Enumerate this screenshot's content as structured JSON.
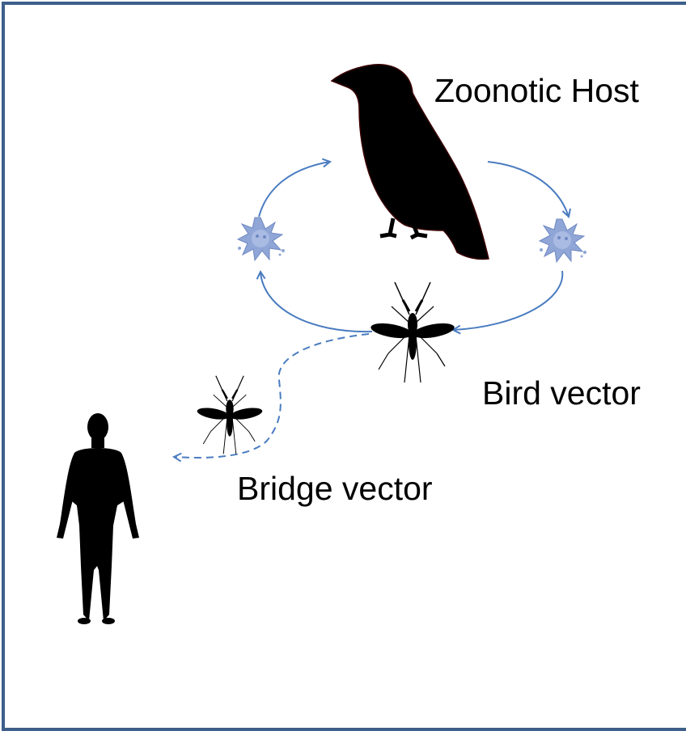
{
  "labels": {
    "zoonotic_host": "Zoonotic Host",
    "bird_vector": "Bird vector",
    "bridge_vector": "Bridge vector"
  },
  "colors": {
    "border": "#3d5f8a",
    "arrow": "#4a7cc0",
    "virus": "#8fa6d6",
    "silhouette": "#000000"
  },
  "icons": [
    "crow-icon",
    "virus-icon",
    "mosquito-icon",
    "human-icon"
  ]
}
